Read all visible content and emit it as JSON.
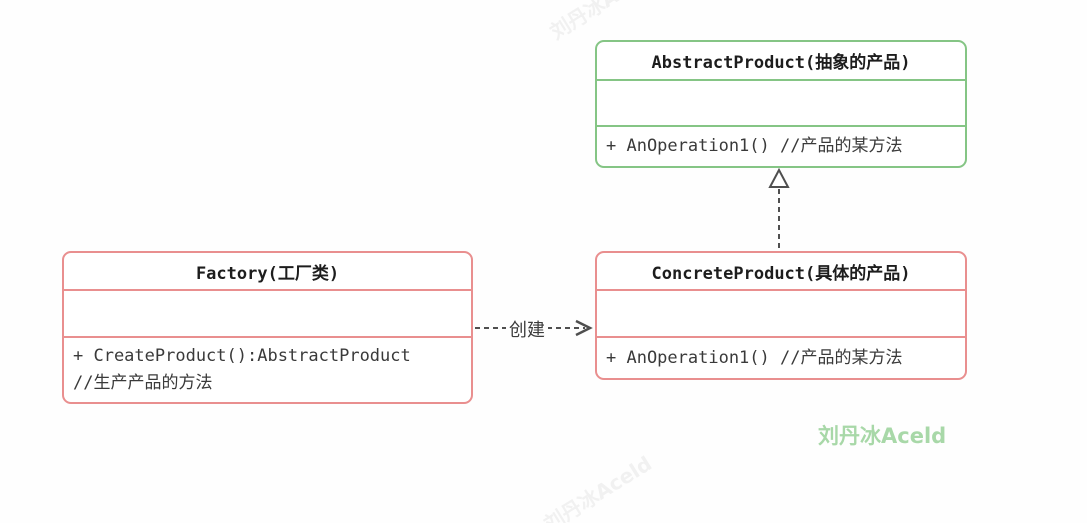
{
  "diagram": {
    "classes": {
      "abstract_product": {
        "title": "AbstractProduct(抽象的产品)",
        "method": "+ AnOperation1() //产品的某方法"
      },
      "factory": {
        "title": "Factory(工厂类)",
        "method_line1": "+ CreateProduct():AbstractProduct",
        "method_line2": "//生产产品的方法"
      },
      "concrete_product": {
        "title": "ConcreteProduct(具体的产品)",
        "method": "+ AnOperation1() //产品的某方法"
      }
    },
    "relations": {
      "factory_creates_concrete": {
        "type": "dependency-dashed-open-arrow",
        "label": "创建"
      },
      "concrete_realizes_abstract": {
        "type": "realization-dashed-hollow-triangle"
      }
    },
    "colors": {
      "abstract_border": "#85c585",
      "factory_border": "#e98f8f",
      "concrete_border": "#e98f8f",
      "relation_line": "#4f4f4f",
      "code_text": "#3a3a3a",
      "signature_text": "#a8d8a8"
    },
    "watermark": {
      "signature": "刘丹冰Aceld",
      "faint_text": "刘丹冰Aceld"
    }
  }
}
